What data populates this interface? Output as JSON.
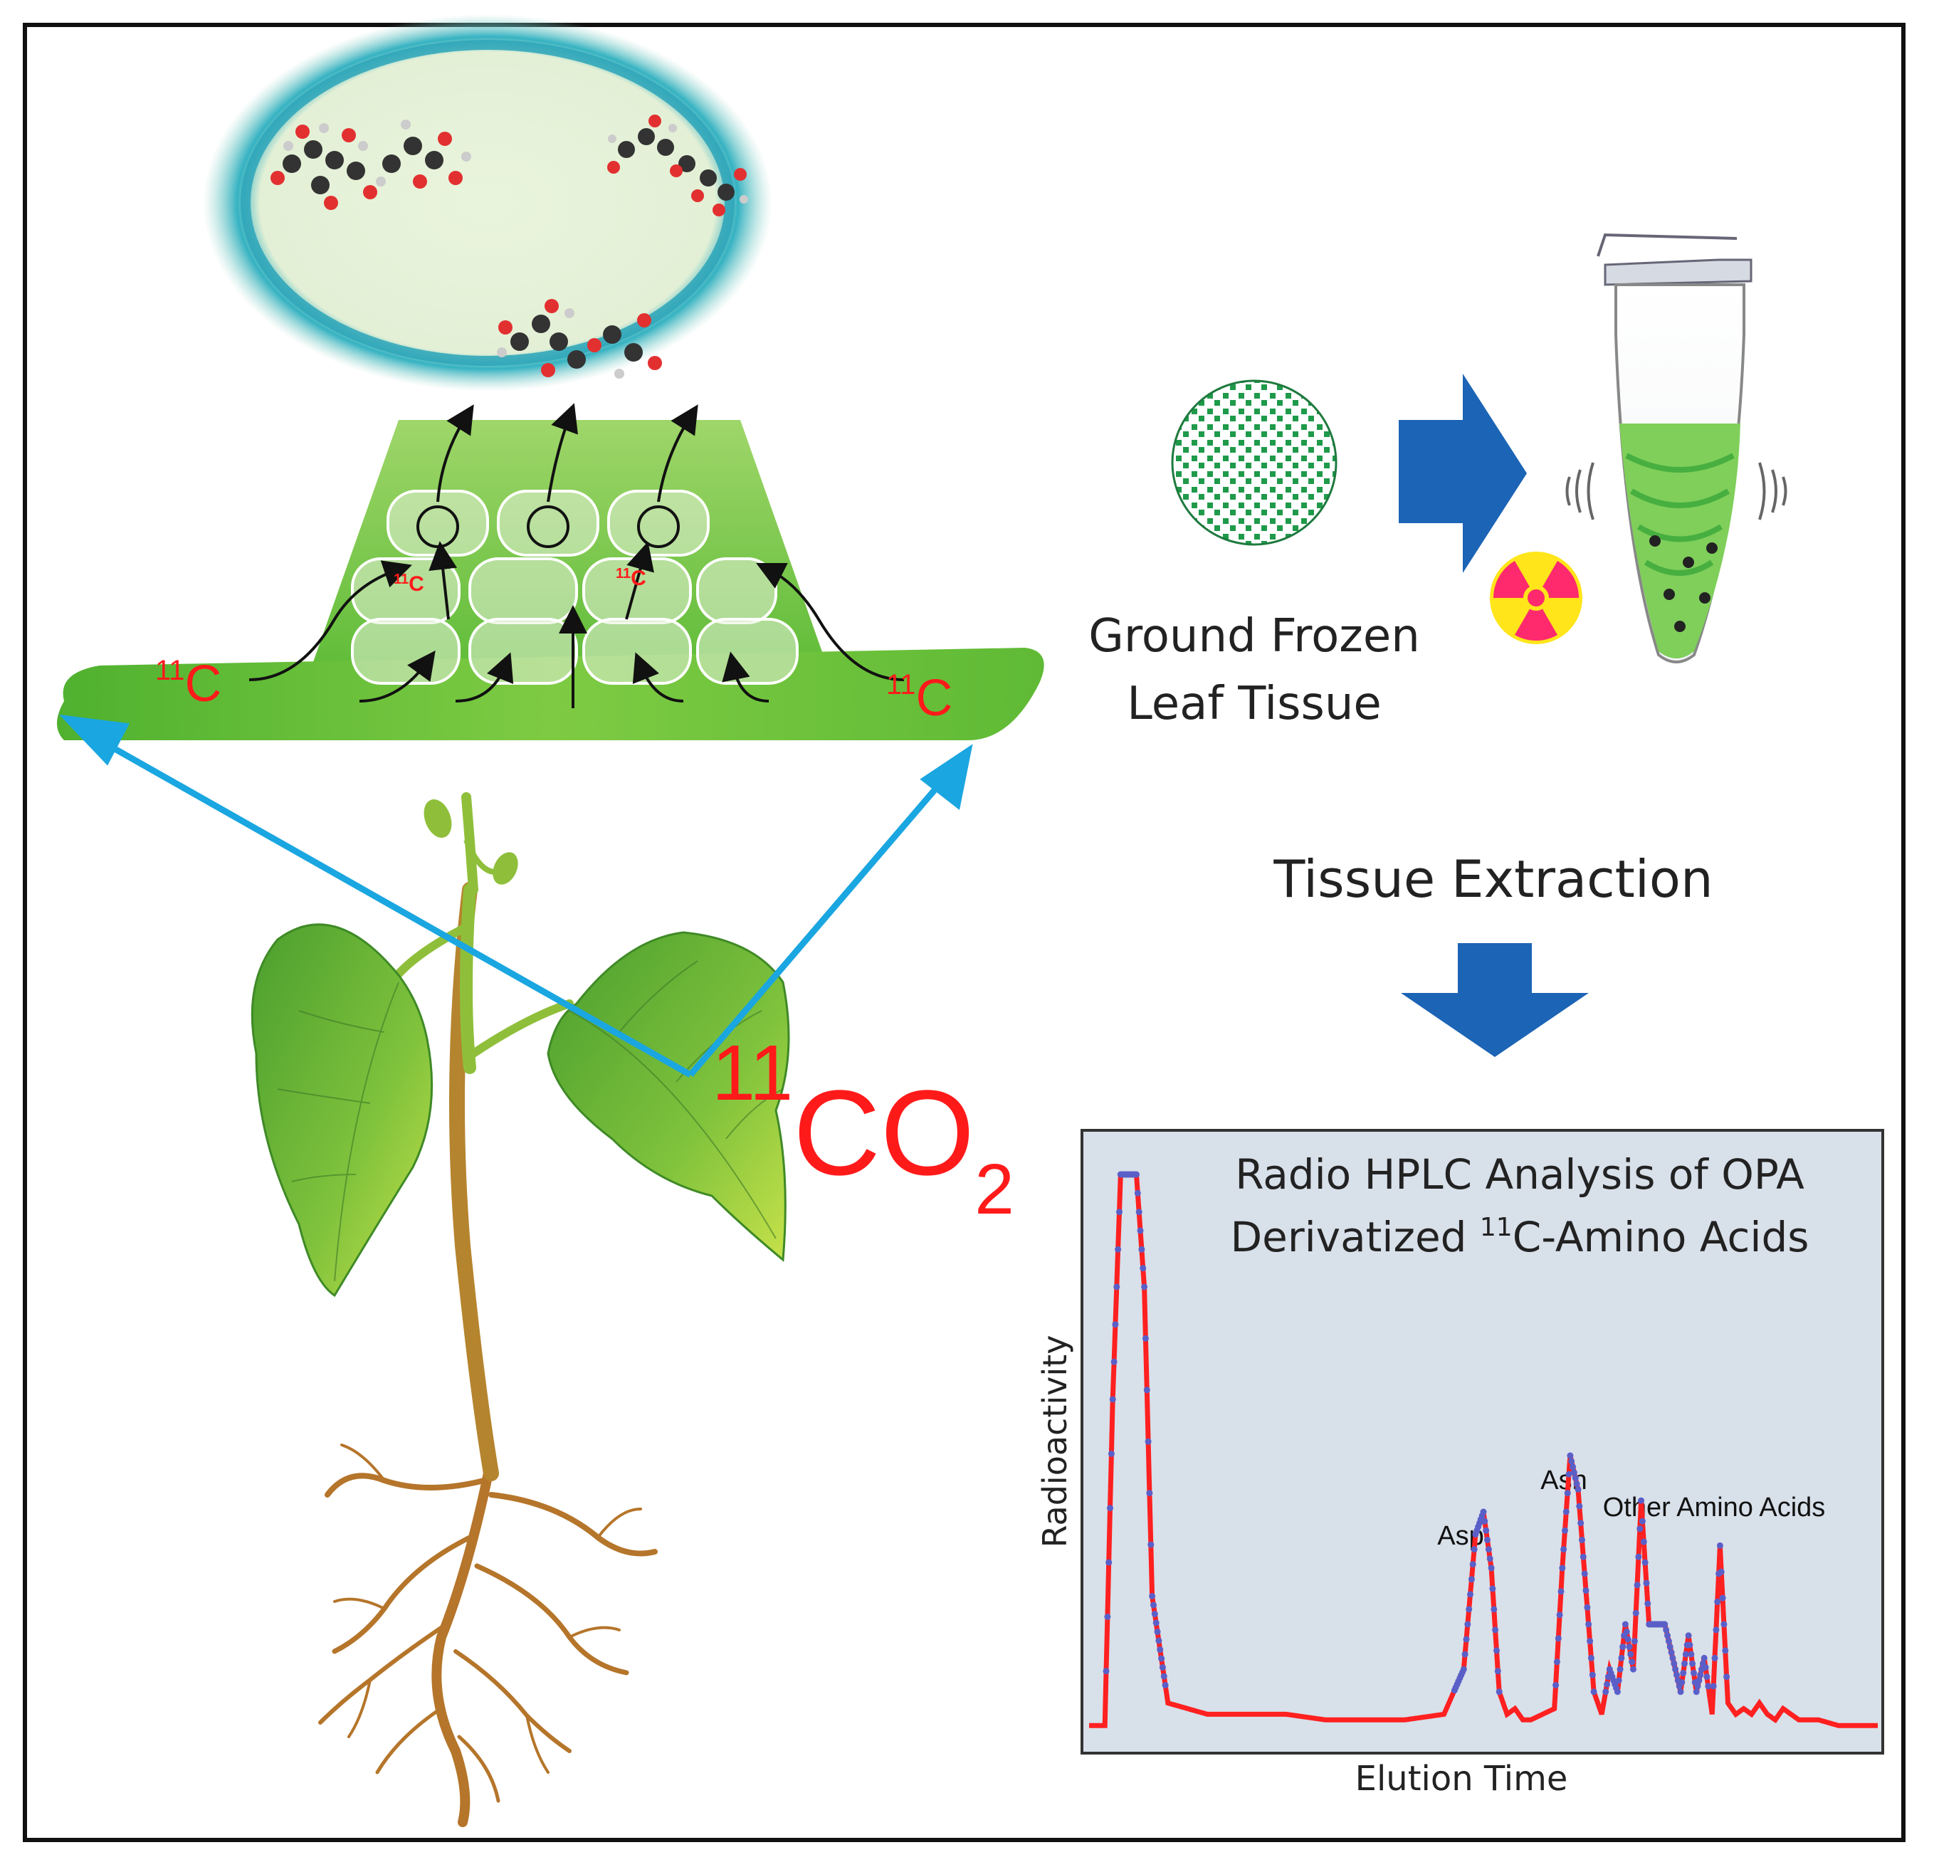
{
  "leaf_cross_section": {
    "labels": {
      "isotope_left": "11",
      "isotope_right": "11",
      "isotope_small_1": "11",
      "isotope_small_2": "11",
      "carbon_symbol": "C"
    }
  },
  "co2_label": {
    "mass": "11",
    "element": "CO",
    "subscript": "2"
  },
  "sample_prep": {
    "ground_tissue_line1": "Ground Frozen",
    "ground_tissue_line2": "Leaf Tissue",
    "extraction_label": "Tissue Extraction"
  },
  "hplc": {
    "title_line1": "Radio HPLC Analysis of OPA",
    "title_line2_prefix": "Derivatized ",
    "title_line2_mass": "11",
    "title_line2_suffix": "C-Amino Acids",
    "ylabel": "Radioactivity",
    "xlabel": "Elution Time",
    "peak_labels": {
      "asp": "Asp",
      "asn": "Asn",
      "other": "Other Amino Acids"
    }
  },
  "colors": {
    "leaf_green": "#7ac943",
    "arrow_cyan": "#1aa6e0",
    "label_red": "#ff1a1a",
    "process_arrow_blue": "#1c64b5",
    "hplc_background": "#d8e0ea",
    "trace_red": "#ff2020",
    "trace_point_blue": "#5a5fc8"
  },
  "chart_data": {
    "type": "line",
    "xlabel": "Elution Time",
    "ylabel": "Radioactivity",
    "title": "Radio HPLC Analysis of OPA Derivatized 11C-Amino Acids",
    "series": [
      {
        "x": [
          0,
          4,
          6,
          8,
          10,
          12,
          14,
          16,
          20,
          30,
          40,
          50,
          60,
          70,
          80,
          90,
          95,
          98,
          100,
          102,
          104,
          106,
          108,
          110,
          112,
          118,
          120,
          122,
          124,
          128,
          130,
          132,
          134,
          136,
          138,
          140,
          142,
          146,
          150,
          152,
          154,
          156,
          158,
          160,
          162,
          164,
          166,
          168,
          170,
          172,
          174,
          176,
          180,
          185,
          190,
          200
        ],
        "y": [
          2,
          2,
          60,
          100,
          100,
          100,
          80,
          25,
          6,
          4,
          4,
          4,
          3,
          3,
          3,
          4,
          12,
          36,
          40,
          30,
          8,
          4,
          5,
          3,
          3,
          5,
          30,
          50,
          44,
          8,
          4,
          12,
          8,
          20,
          12,
          42,
          20,
          20,
          8,
          18,
          8,
          14,
          4,
          34,
          6,
          4,
          5,
          4,
          6,
          4,
          3,
          5,
          3,
          3,
          2,
          2
        ]
      }
    ]
  }
}
